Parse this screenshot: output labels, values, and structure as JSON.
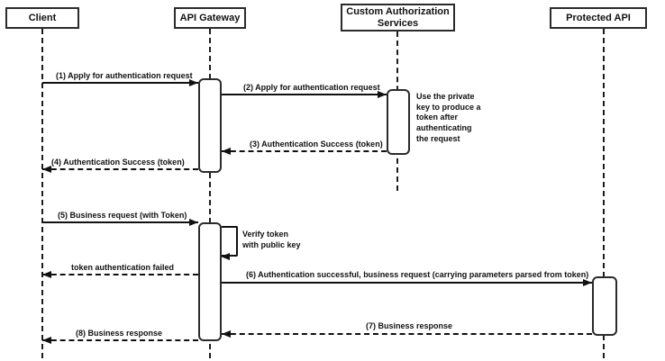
{
  "diagram_type": "uml-sequence",
  "colors": {
    "stroke": "#1c1c1c",
    "background": "#ffffff",
    "text": "#111111"
  },
  "actors": [
    {
      "label": "Client"
    },
    {
      "label": "API Gateway"
    },
    {
      "label": "Custom Authorization Services"
    },
    {
      "label": "Protected API"
    }
  ],
  "messages": [
    {
      "label": "(1) Apply for authentication request",
      "from": "Client",
      "to": "API Gateway",
      "style": "solid"
    },
    {
      "label": "(2) Apply for authentication request",
      "from": "API Gateway",
      "to": "Custom Authorization Services",
      "style": "solid"
    },
    {
      "label": "(3) Authentication Success (token)",
      "from": "Custom Authorization Services",
      "to": "API Gateway",
      "style": "dashed"
    },
    {
      "label": "(4) Authentication Success (token)",
      "from": "API Gateway",
      "to": "Client",
      "style": "dashed"
    },
    {
      "label": "(5) Business request (with Token)",
      "from": "Client",
      "to": "API Gateway",
      "style": "solid"
    },
    {
      "label": "Verify token\nwith public key",
      "from": "API Gateway",
      "to": "API Gateway",
      "style": "self"
    },
    {
      "label": "token authentication failed",
      "from": "API Gateway",
      "to": "Client",
      "style": "dashed"
    },
    {
      "label": "(6) Authentication successful, business request (carrying parameters parsed from token)",
      "from": "API Gateway",
      "to": "Protected API",
      "style": "solid"
    },
    {
      "label": "(7) Business response",
      "from": "Protected API",
      "to": "API Gateway",
      "style": "dashed"
    },
    {
      "label": "(8) Business response",
      "from": "API Gateway",
      "to": "Client",
      "style": "dashed"
    }
  ],
  "notes": [
    {
      "label": "Use the private\nkey to produce a\ntoken after\nauthenticating\nthe request"
    }
  ]
}
